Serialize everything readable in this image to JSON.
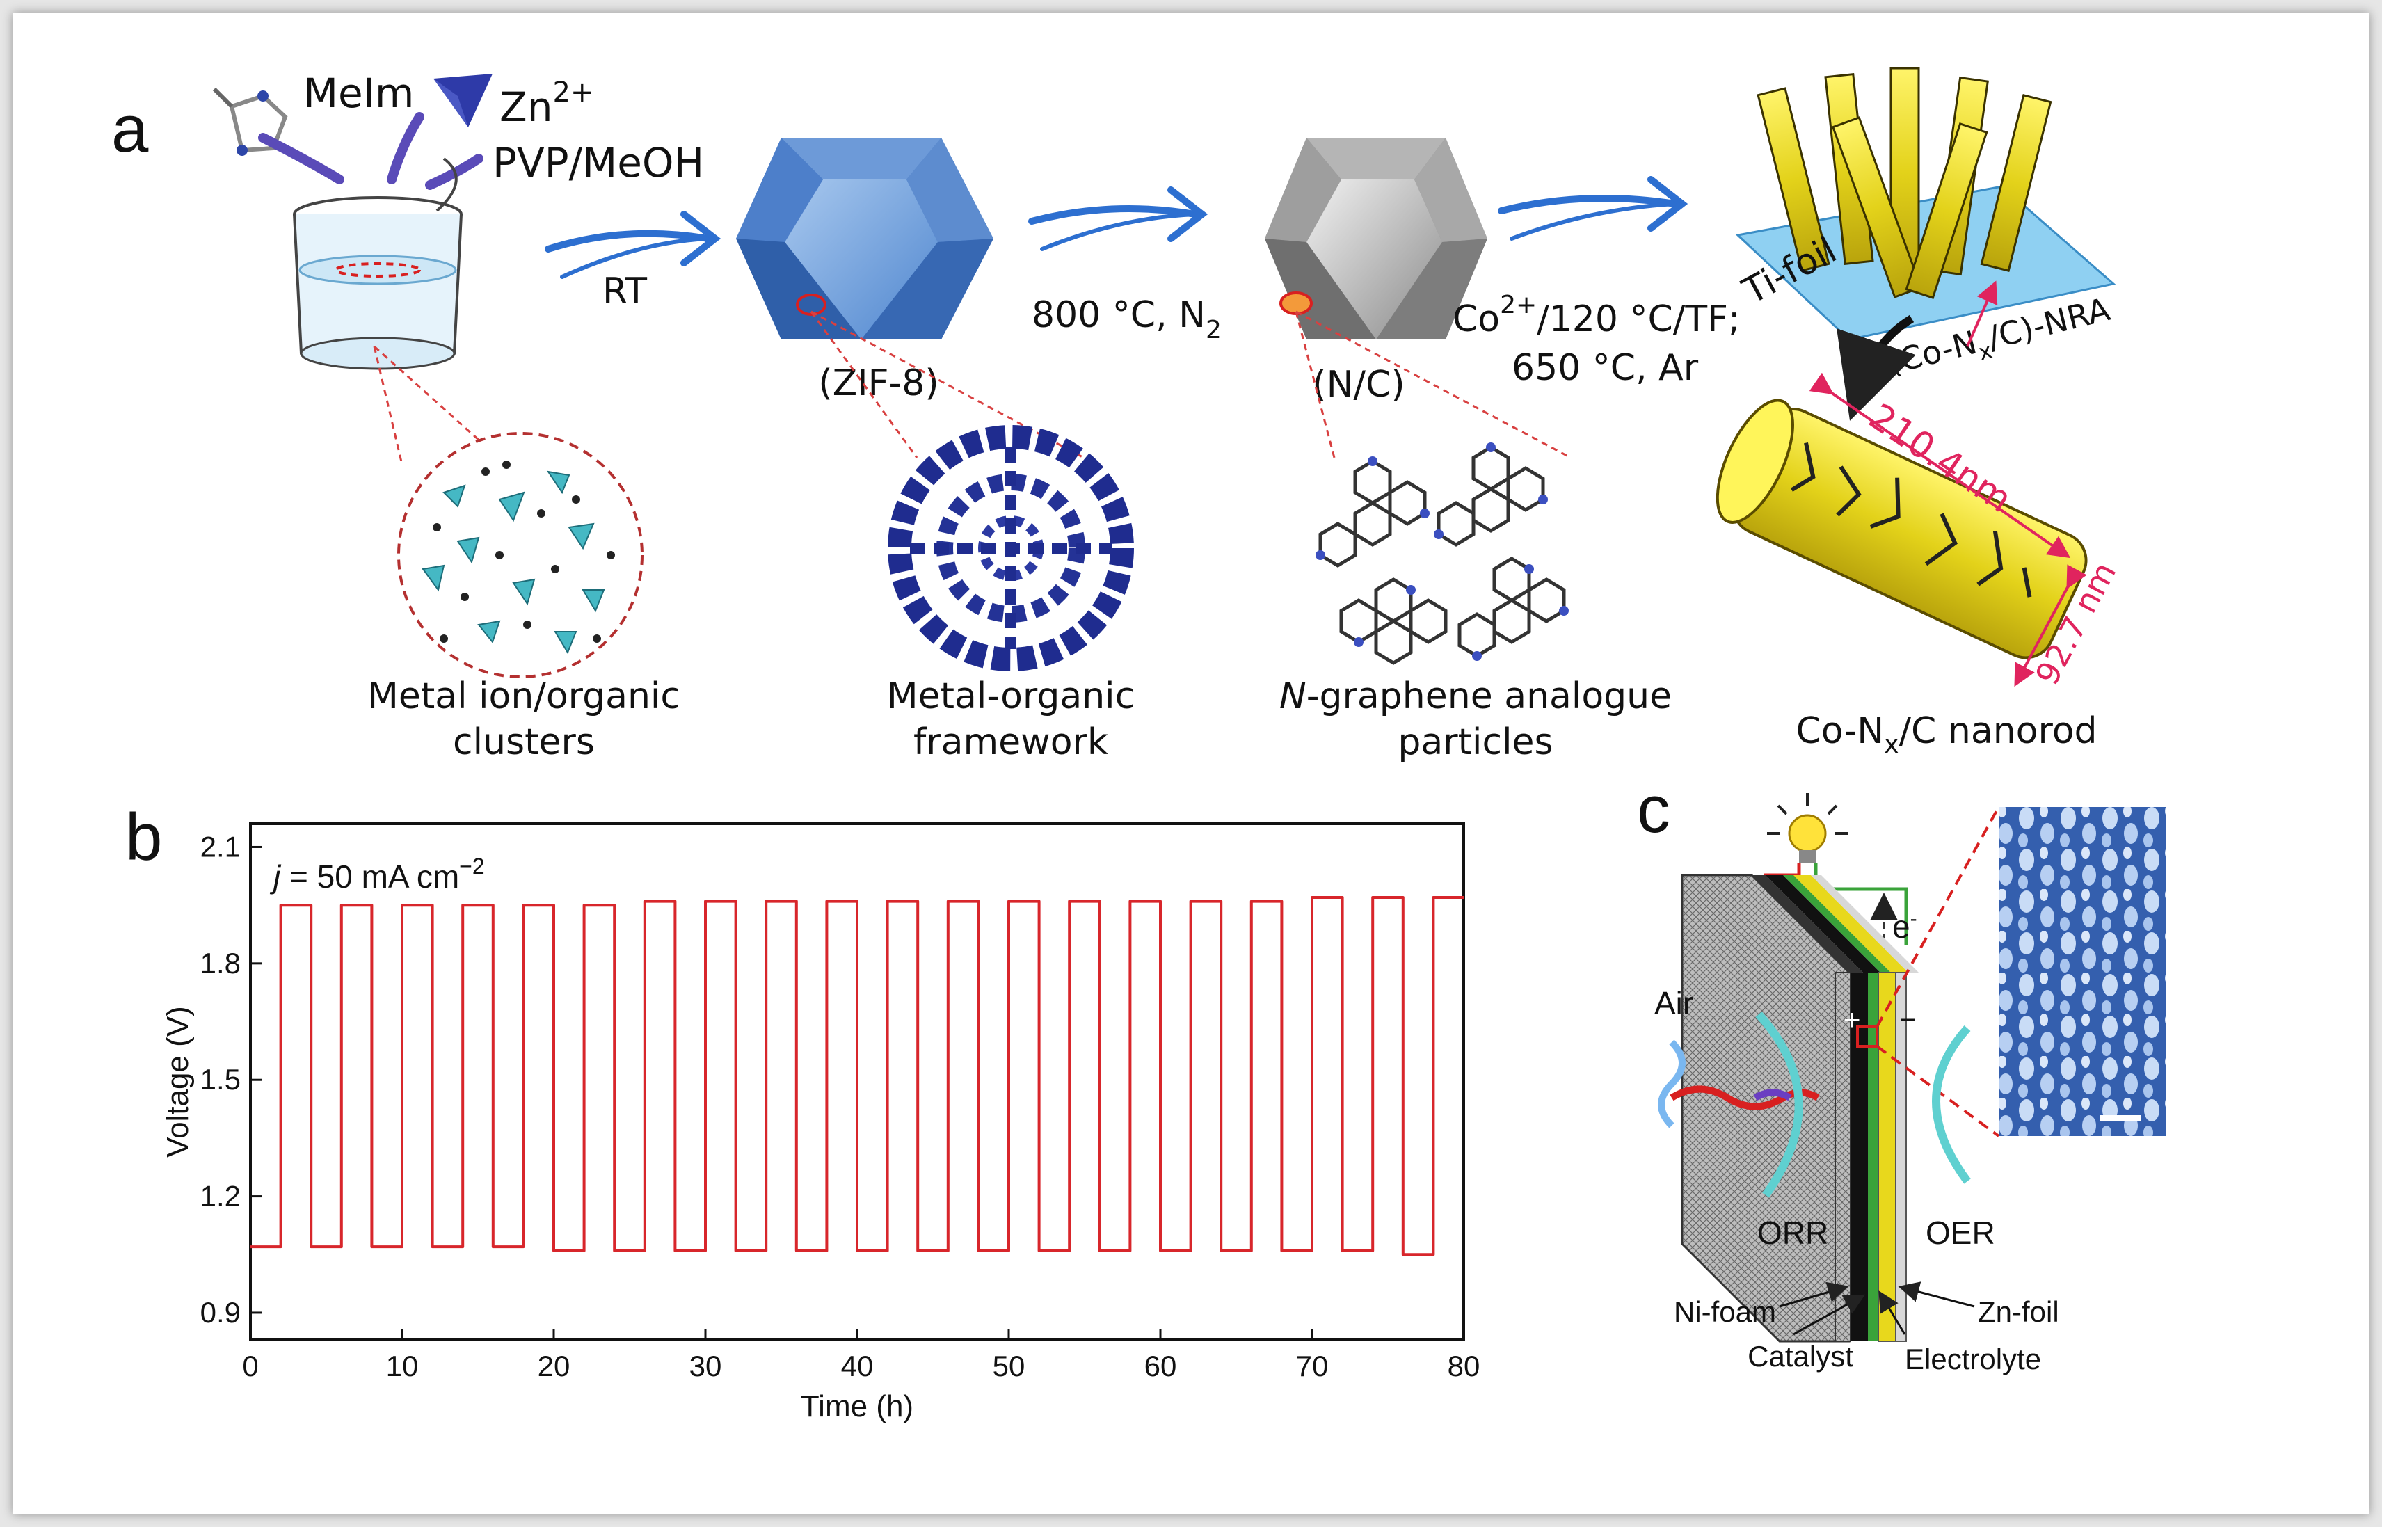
{
  "panel_a": {
    "letter": "a",
    "reagents": {
      "melm": "MeIm",
      "zn_base": "Zn",
      "zn_sup": "2+",
      "pvp": "PVP/MeOH"
    },
    "step1": "RT",
    "zif": "(ZIF-8)",
    "step2_main": "800 °C, N",
    "step2_sub": "2",
    "nc": "(N/C)",
    "step3_l1_a": "Co",
    "step3_l1_sup": "2+",
    "step3_l1_b": "/120 °C/TF;",
    "step3_l2": "650 °C, Ar",
    "tifoil": "Ti-foil",
    "nra_a": "(Co-N",
    "nra_sub": "x",
    "nra_b": "/C)-NRA",
    "dim_len": "210.4nm",
    "dim_dia": "92.7 nm",
    "cap1_l1": "Metal ion/organic",
    "cap1_l2": "clusters",
    "cap2_l1": "Metal-organic",
    "cap2_l2": "framework",
    "cap3_l1_it": "N",
    "cap3_l1_rest": "-graphene analogue",
    "cap3_l2": "particles",
    "cap4_a": "Co-N",
    "cap4_sub": "x",
    "cap4_b": "/C nanorod"
  },
  "panel_b": {
    "letter": "b",
    "annotation_j": "j",
    "annotation_rest": " = 50 mA cm",
    "annotation_sup": "−2"
  },
  "panel_c": {
    "letter": "c",
    "air": "Air",
    "orr": "ORR",
    "oer": "OER",
    "electron": "e",
    "electron_sup": "-",
    "plus": "+",
    "minus": "−",
    "ni_foam": "Ni-foam",
    "catalyst": "Catalyst",
    "electrolyte": "Electrolyte",
    "zn_foil": "Zn-foil"
  },
  "colors": {
    "line": "#d8262b",
    "arrow": "#2d6fd0",
    "dim": "#e0245e",
    "gold": "#e8d81c",
    "frame": "#ffffff"
  },
  "chart_data": {
    "type": "line",
    "xlabel": "Time (h)",
    "ylabel": "Voltage (V)",
    "xlim": [
      0,
      80
    ],
    "ylim": [
      0.83,
      2.16
    ],
    "xticks": [
      "0",
      "10",
      "20",
      "30",
      "40",
      "50",
      "60",
      "70",
      "80"
    ],
    "yticks": [
      "0.9",
      "1.2",
      "1.5",
      "1.8",
      "2.1"
    ],
    "grid": false,
    "period_h": 4,
    "charge_start_h": 2,
    "cycles": 20,
    "discharge_v": [
      1.07,
      1.07,
      1.07,
      1.07,
      1.07,
      1.06,
      1.06,
      1.06,
      1.06,
      1.06,
      1.06,
      1.06,
      1.06,
      1.06,
      1.06,
      1.06,
      1.06,
      1.06,
      1.06,
      1.05
    ],
    "charge_v": [
      1.95,
      1.95,
      1.95,
      1.95,
      1.95,
      1.95,
      1.96,
      1.96,
      1.96,
      1.96,
      1.96,
      1.96,
      1.96,
      1.96,
      1.96,
      1.96,
      1.96,
      1.97,
      1.97,
      1.97
    ]
  }
}
